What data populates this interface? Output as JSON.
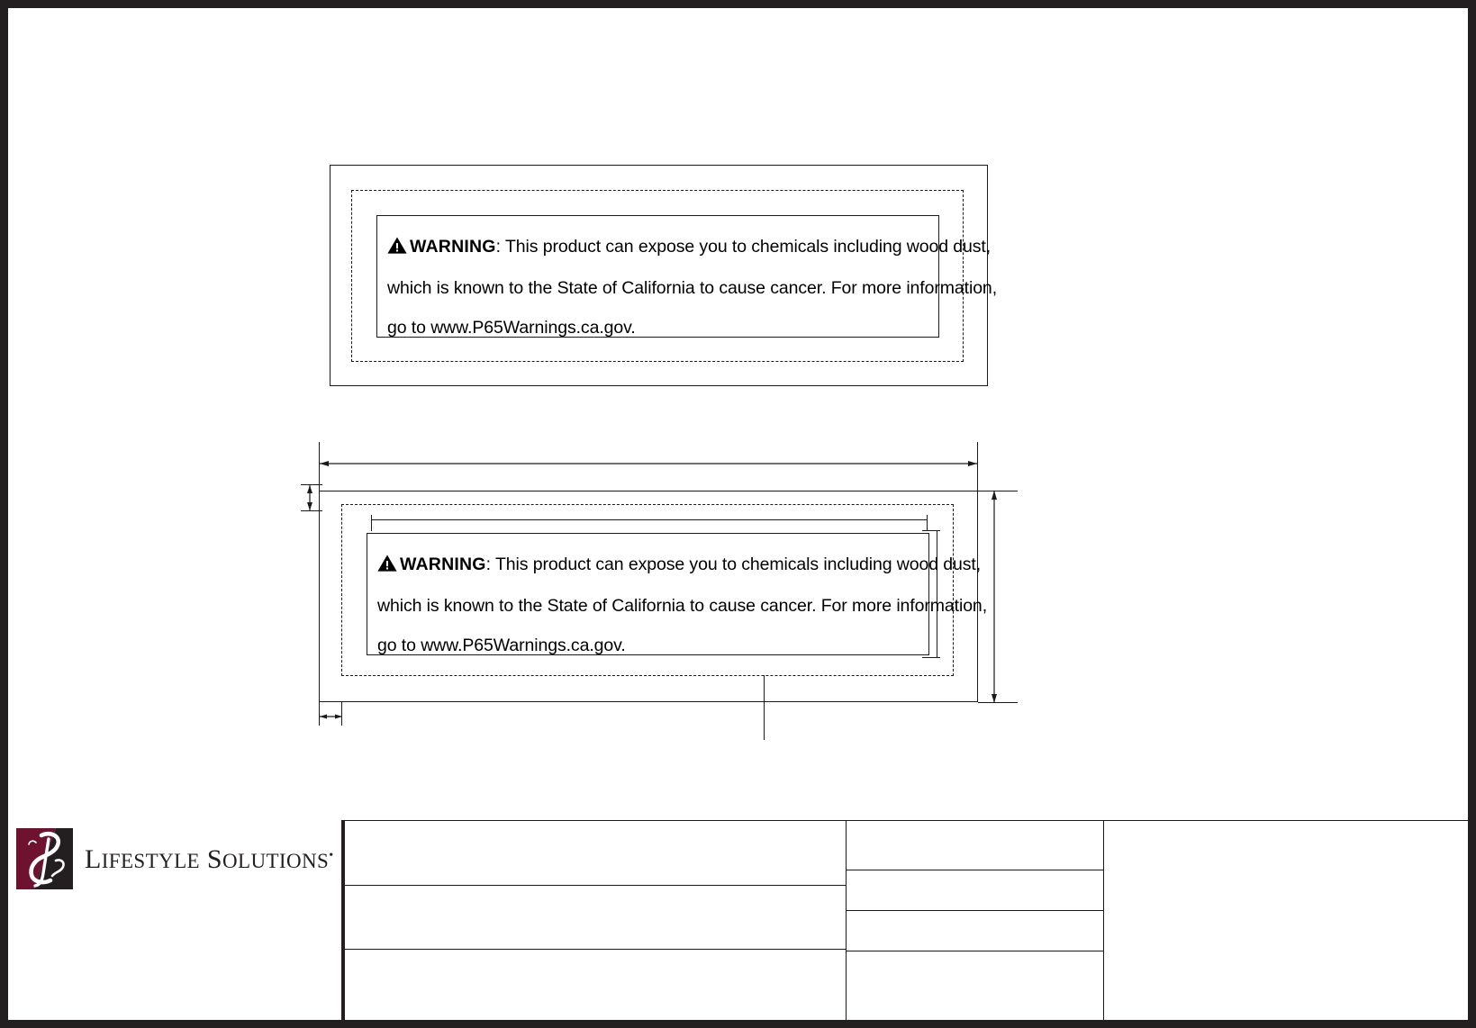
{
  "document": {
    "type": "engineering-drawing",
    "sheet_background": "#ffffff",
    "frame_color": "#231f20"
  },
  "warning_label": {
    "icon": "warning-triangle-icon",
    "heading": "WARNING",
    "separator": ":",
    "line1": " This product can expose you to chemicals including wood dust,",
    "line2": "which is known to the State of California to cause cancer. For more information",
    "line2_tail": ",",
    "line3": "go to www.P65Warnings.ca.gov."
  },
  "views": [
    {
      "name": "detail-view-top",
      "label": ""
    },
    {
      "name": "dimensioned-view-bottom",
      "label": ""
    }
  ],
  "dimensions": {
    "overall_width": "",
    "overall_height": "",
    "top_offset": "",
    "left_offset": "",
    "inner_width": "",
    "inner_height": "",
    "leader_note": ""
  },
  "logo": {
    "mark_name": "lifestyle-solutions-monogram",
    "wordmark_lead": "L",
    "wordmark_1": "IFESTYLE",
    "wordmark_lead2": " S",
    "wordmark_2": "OLUTIONS",
    "registered": "•",
    "color_burgundy": "#6e1230",
    "color_charcoal": "#231f20",
    "color_script": "#ffffff"
  },
  "title_block": {
    "rows_left": [
      "",
      "",
      ""
    ],
    "rows_mid": [
      "",
      "",
      "",
      ""
    ],
    "right_panel": ""
  }
}
